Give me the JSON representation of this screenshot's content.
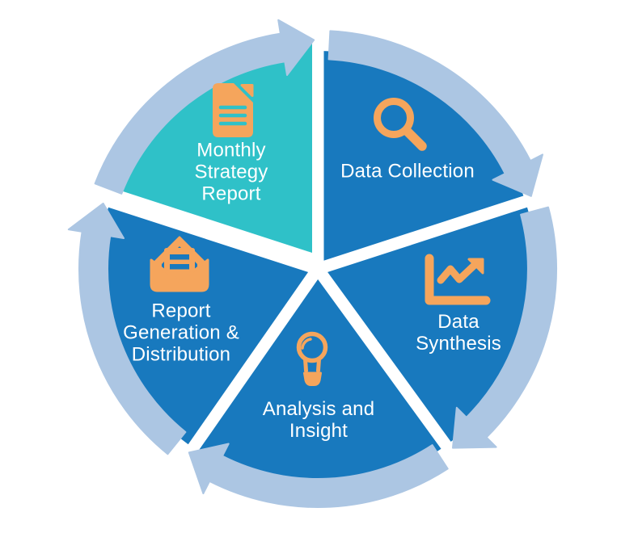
{
  "diagram": {
    "kind": "cycle-process-diagram",
    "flow_direction": "clockwise",
    "arrow_count": 5
  },
  "colors": {
    "background": "#FFFFFF",
    "ring": "#ACC6E3",
    "segment_blue": "#1879BE",
    "segment_teal": "#2FC1C8",
    "icon_orange": "#F5A55C",
    "label_text": "#FFFFFF",
    "gap_white": "#FFFFFF"
  },
  "segments": [
    {
      "label": "Monthly\nStrategy\nReport",
      "icon": "document-icon",
      "highlighted": true,
      "color": "#2FC1C8",
      "position": "top-left"
    },
    {
      "label": "Data Collection",
      "icon": "magnifier-icon",
      "highlighted": false,
      "color": "#1879BE",
      "position": "top-right"
    },
    {
      "label": "Data\nSynthesis",
      "icon": "line-chart-icon",
      "highlighted": false,
      "color": "#1879BE",
      "position": "right"
    },
    {
      "label": "Analysis and\nInsight",
      "icon": "lightbulb-icon",
      "highlighted": false,
      "color": "#1879BE",
      "position": "bottom"
    },
    {
      "label": "Report\nGeneration &\nDistribution",
      "icon": "open-envelope-icon",
      "highlighted": false,
      "color": "#1879BE",
      "position": "left"
    }
  ]
}
